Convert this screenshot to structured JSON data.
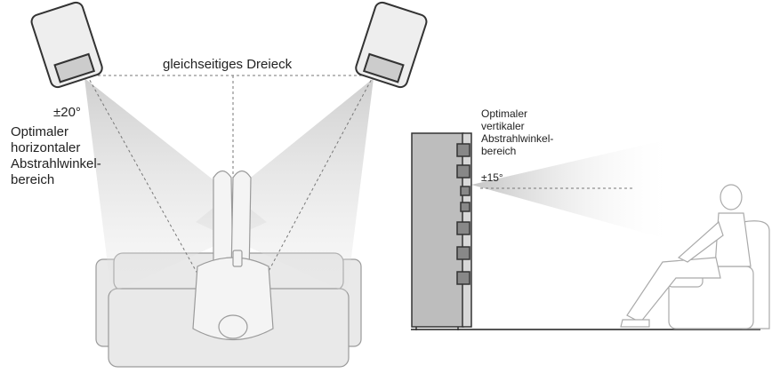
{
  "left_diagram": {
    "triangle_label": "gleichseitiges Dreieck",
    "angle": "±20°",
    "caption_lines": [
      "Optimaler",
      "horizontaler",
      "Abstrahlwinkel-",
      "bereich"
    ]
  },
  "right_diagram": {
    "caption_lines": [
      "Optimaler",
      "vertikaler",
      "Abstrahlwinkel-",
      "bereich"
    ],
    "angle": "±15°"
  },
  "colors": {
    "line": "#555555",
    "fill": "#e6e6e6",
    "beam": "#d0d0d0"
  }
}
